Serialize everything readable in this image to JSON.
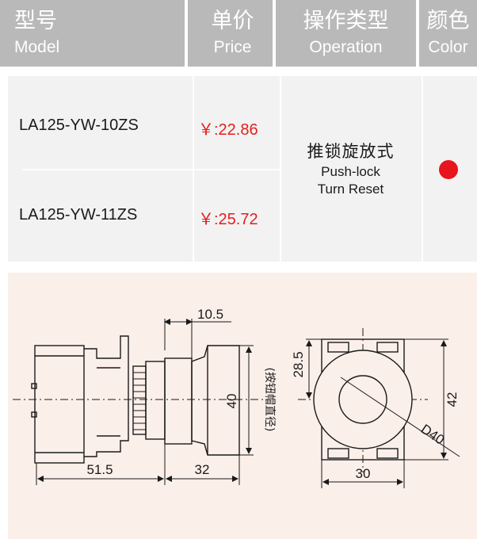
{
  "header": {
    "model_zh": "型号",
    "model_en": "Model",
    "price_zh": "单价",
    "price_en": "Price",
    "operation_zh": "操作类型",
    "operation_en": "Operation",
    "color_zh": "颜色",
    "color_en": "Color"
  },
  "rows": [
    {
      "model": "LA125-YW-10ZS",
      "price": "￥:22.86"
    },
    {
      "model": "LA125-YW-11ZS",
      "price": "￥:25.72"
    }
  ],
  "operation": {
    "zh": "推锁旋放式",
    "en_line1": "Push-lock",
    "en_line2": "Turn Reset"
  },
  "color_swatch": "#e8141e",
  "drawing": {
    "dim_10_5": "10.5",
    "dim_40": "40",
    "dim_cap_note": "(按钮帽直径)",
    "dim_51_5": "51.5",
    "dim_32": "32",
    "dim_28_5": "28.5",
    "dim_42": "42",
    "dim_d40": "D40",
    "dim_30": "30"
  }
}
